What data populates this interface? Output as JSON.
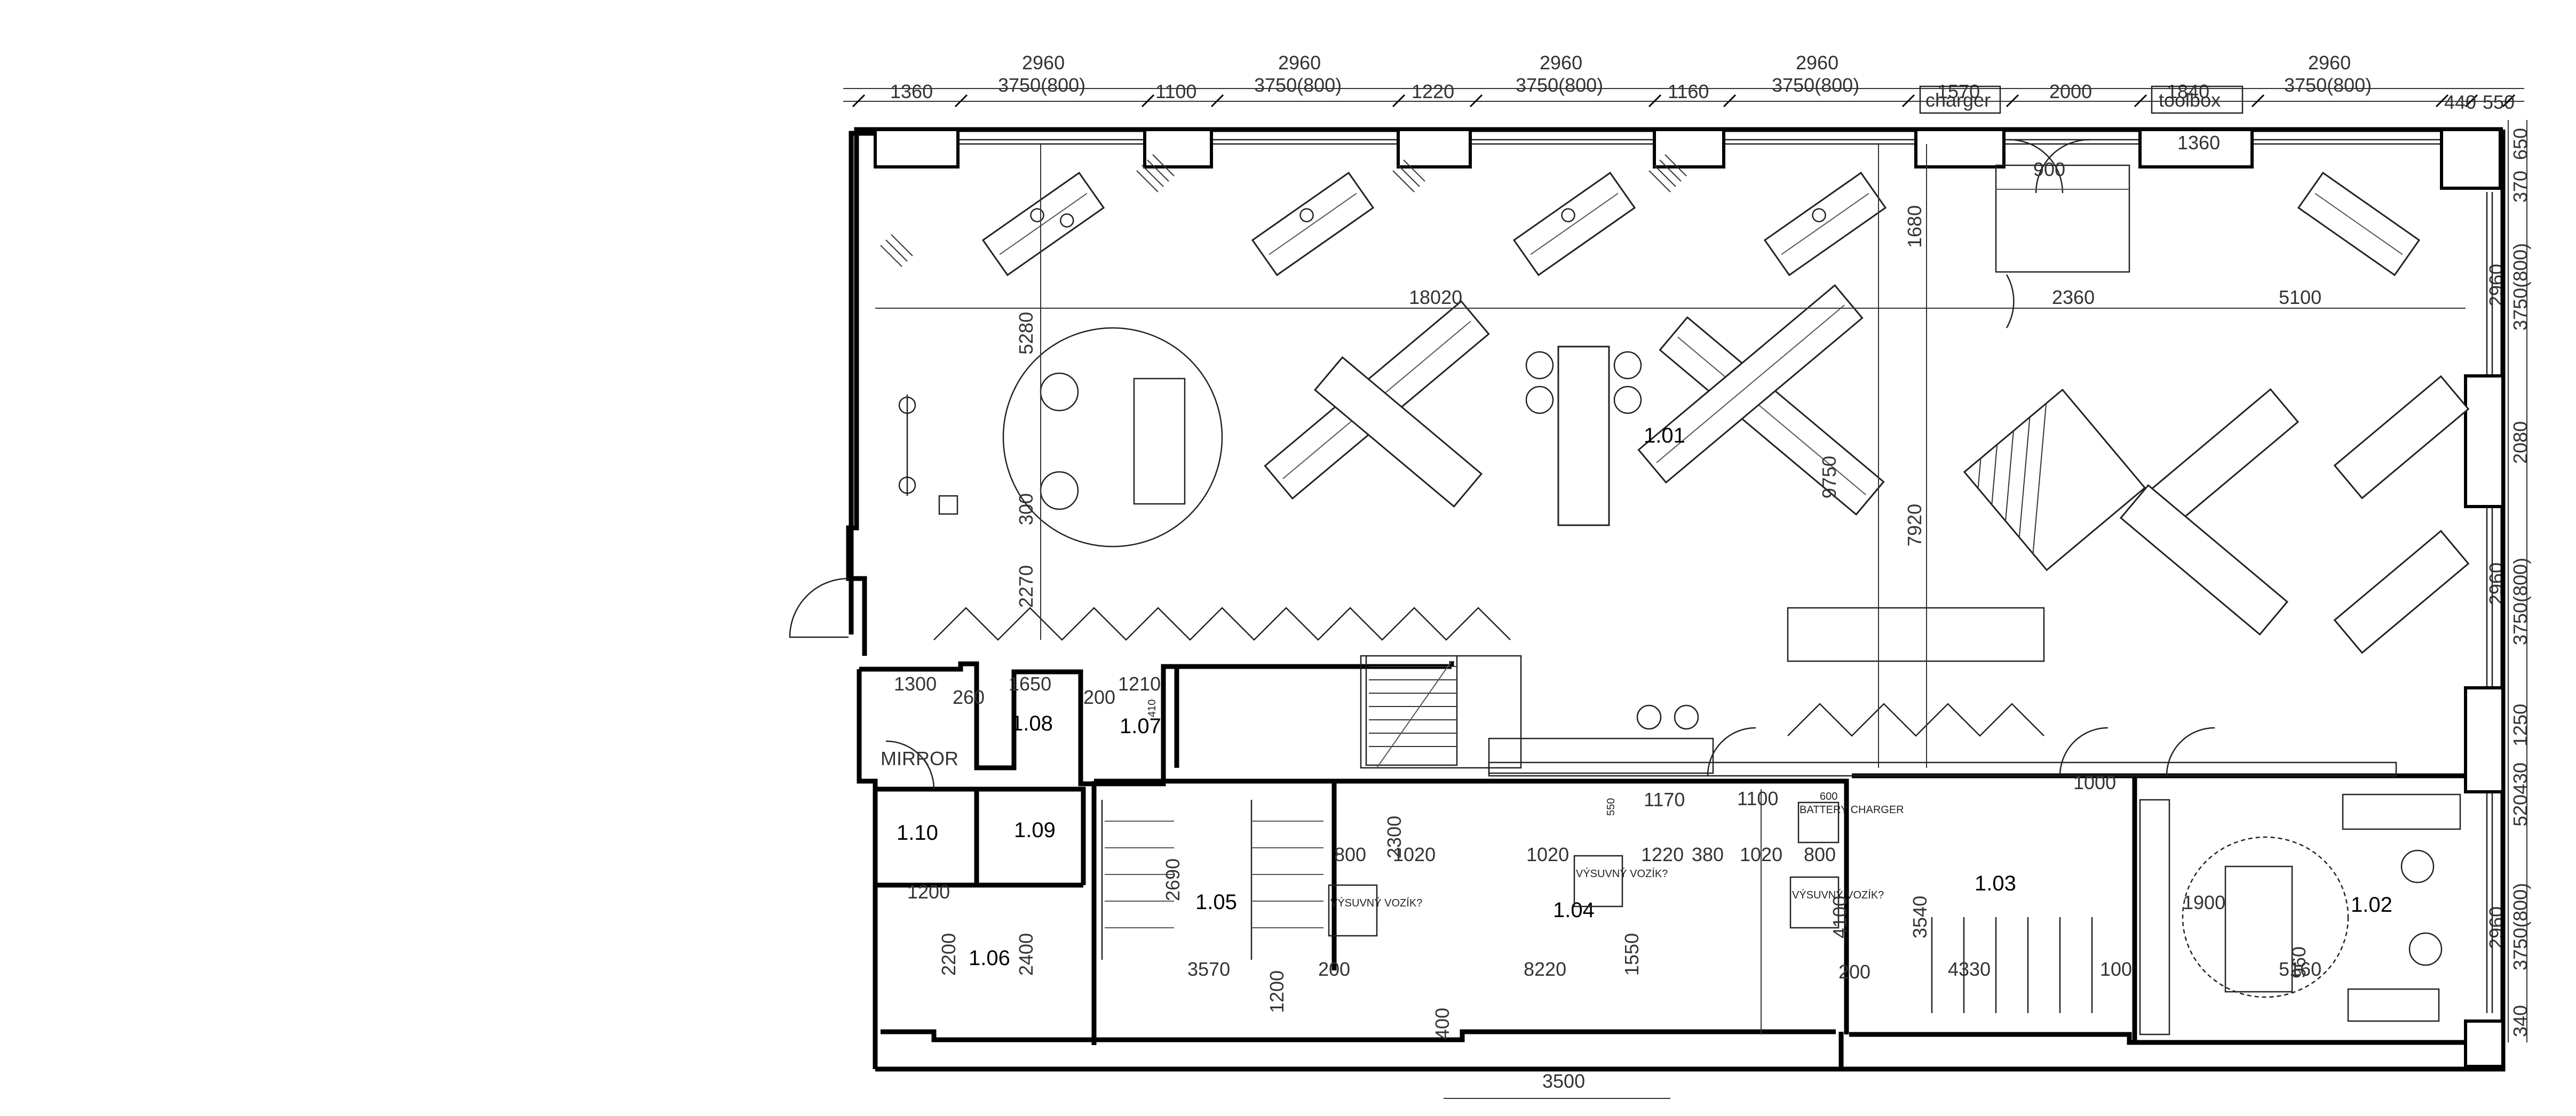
{
  "plan": {
    "rooms": [
      {
        "id": "1.01",
        "label": "1.01"
      },
      {
        "id": "1.02",
        "label": "1.02"
      },
      {
        "id": "1.03",
        "label": "1.03"
      },
      {
        "id": "1.04",
        "label": "1.04"
      },
      {
        "id": "1.05",
        "label": "1.05"
      },
      {
        "id": "1.06",
        "label": "1.06"
      },
      {
        "id": "1.07",
        "label": "1.07"
      },
      {
        "id": "1.08",
        "label": "1.08"
      },
      {
        "id": "1.09",
        "label": "1.09"
      },
      {
        "id": "1.10",
        "label": "1.10"
      }
    ],
    "top_dimensions": [
      {
        "upper": "",
        "lower": "1360"
      },
      {
        "upper": "2960",
        "lower": "3750(800)"
      },
      {
        "upper": "",
        "lower": "1100"
      },
      {
        "upper": "2960",
        "lower": "3750(800)"
      },
      {
        "upper": "",
        "lower": "1220"
      },
      {
        "upper": "2960",
        "lower": "3750(800)"
      },
      {
        "upper": "",
        "lower": "1160"
      },
      {
        "upper": "2960",
        "lower": "3750(800)"
      },
      {
        "upper": "",
        "lower": "1570"
      },
      {
        "upper": "",
        "lower": "2000"
      },
      {
        "upper": "",
        "lower": "1840"
      },
      {
        "upper": "2960",
        "lower": "3750(800)"
      },
      {
        "upper": "",
        "lower": "440"
      },
      {
        "upper": "",
        "lower": "550"
      }
    ],
    "right_dimensions": [
      "370",
      "650",
      "2960",
      "3750(800)",
      "2080",
      "2960",
      "3750(800)",
      "1250",
      "430",
      "520",
      "2960",
      "3750(800)",
      "340"
    ],
    "labels": {
      "charger": "charger",
      "toolbox": "toolbox",
      "mirror": "MIRROR",
      "battery": "BATTERY CHARGER",
      "vysuvny1": "VÝSUVNÝ VOZÍK?",
      "vysuvny2": "VÝSUVNÝ VOZÍK?",
      "vysuvny3": "VÝSUVNÝ VOZÍK?"
    },
    "interior_dimensions": {
      "d18020": "18020",
      "d5100": "5100",
      "d2360": "2360",
      "d900": "900",
      "d1360b": "1360",
      "d1680": "1680",
      "d5280": "5280",
      "d300": "300",
      "d2270": "2270",
      "d9750": "9750",
      "d7920": "7920",
      "d1300": "1300",
      "d1650": "1650",
      "d260": "260",
      "d200": "200",
      "d1210": "1210",
      "d410": "410",
      "d4100": "4100",
      "d3540": "3540",
      "d1000": "1000",
      "d1900": "1900",
      "d5160": "5160",
      "d960": "960",
      "d1100b": "1100",
      "d1170": "1170",
      "d550": "550",
      "d800a": "800",
      "d1020a": "1020",
      "d1020b": "1020",
      "d1220b": "1220",
      "d380": "380",
      "d1020c": "1020",
      "d800b": "800",
      "d600": "600",
      "d2690": "2690",
      "d3570": "3570",
      "d200b": "200",
      "d1200": "1200",
      "d8220": "8220",
      "d1550": "1550",
      "d2200": "2200",
      "d2400": "2400",
      "d1200b": "1200",
      "d400": "400",
      "d3500": "3500",
      "d2300": "2300",
      "d4330": "4330",
      "d100": "100",
      "d200c": "200"
    }
  }
}
